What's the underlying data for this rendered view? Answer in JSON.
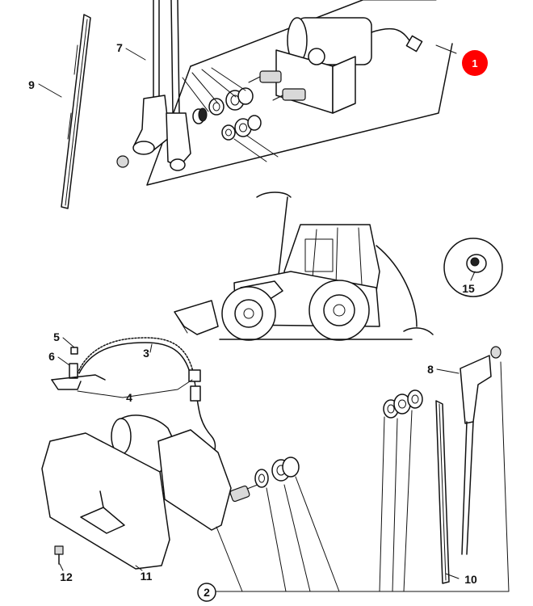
{
  "labels": {
    "l1": "1",
    "l2": "2",
    "l3": "3",
    "l4": "4",
    "l5": "5",
    "l6": "6",
    "l7": "7",
    "l8": "8",
    "l9": "9",
    "l10": "10",
    "l11": "11",
    "l12": "12",
    "l15": "15"
  },
  "colors": {
    "highlight": "#ff0000",
    "line": "#111111"
  }
}
